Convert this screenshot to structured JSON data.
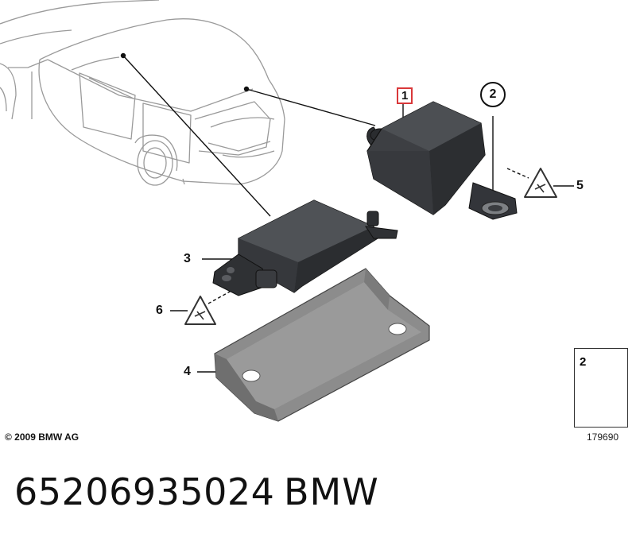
{
  "callouts": {
    "c1": "1",
    "c2": "2",
    "c3": "3",
    "c4": "4",
    "c5": "5",
    "c6": "6"
  },
  "legend": {
    "item_number": "2"
  },
  "footer": {
    "copyright": "© 2009 BMW AG",
    "diagram_id": "179690",
    "part_number": "65206935024",
    "brand": "BMW"
  },
  "colors": {
    "highlight_box": "#d9383a",
    "part_fill": "#3b3d40",
    "bracket_fill": "#8a8a8a",
    "car_outline": "#9a9a9a"
  }
}
